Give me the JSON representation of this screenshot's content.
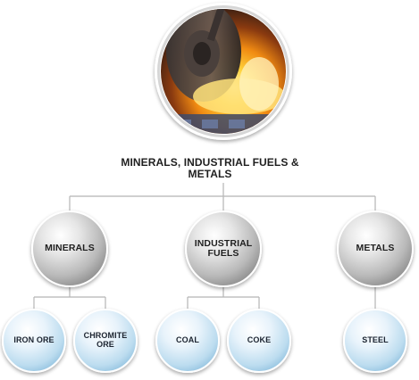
{
  "title": "MINERALS, INDUSTRIAL FUELS & METALS",
  "categories": [
    {
      "label": "MINERALS",
      "children": [
        {
          "label": "IRON ORE"
        },
        {
          "label": "CHROMITE ORE"
        }
      ]
    },
    {
      "label": "INDUSTRIAL FUELS",
      "children": [
        {
          "label": "COAL"
        },
        {
          "label": "COKE"
        }
      ]
    },
    {
      "label": "METALS",
      "children": [
        {
          "label": "STEEL"
        }
      ]
    }
  ],
  "colors": {
    "category_sphere": "#c4c4c4",
    "leaf_sphere": "#cfe6f5",
    "connector": "#b5b5b5",
    "label_text": "#1f1f1f"
  },
  "image": {
    "icon": "molten-metal-ladle-photo"
  }
}
